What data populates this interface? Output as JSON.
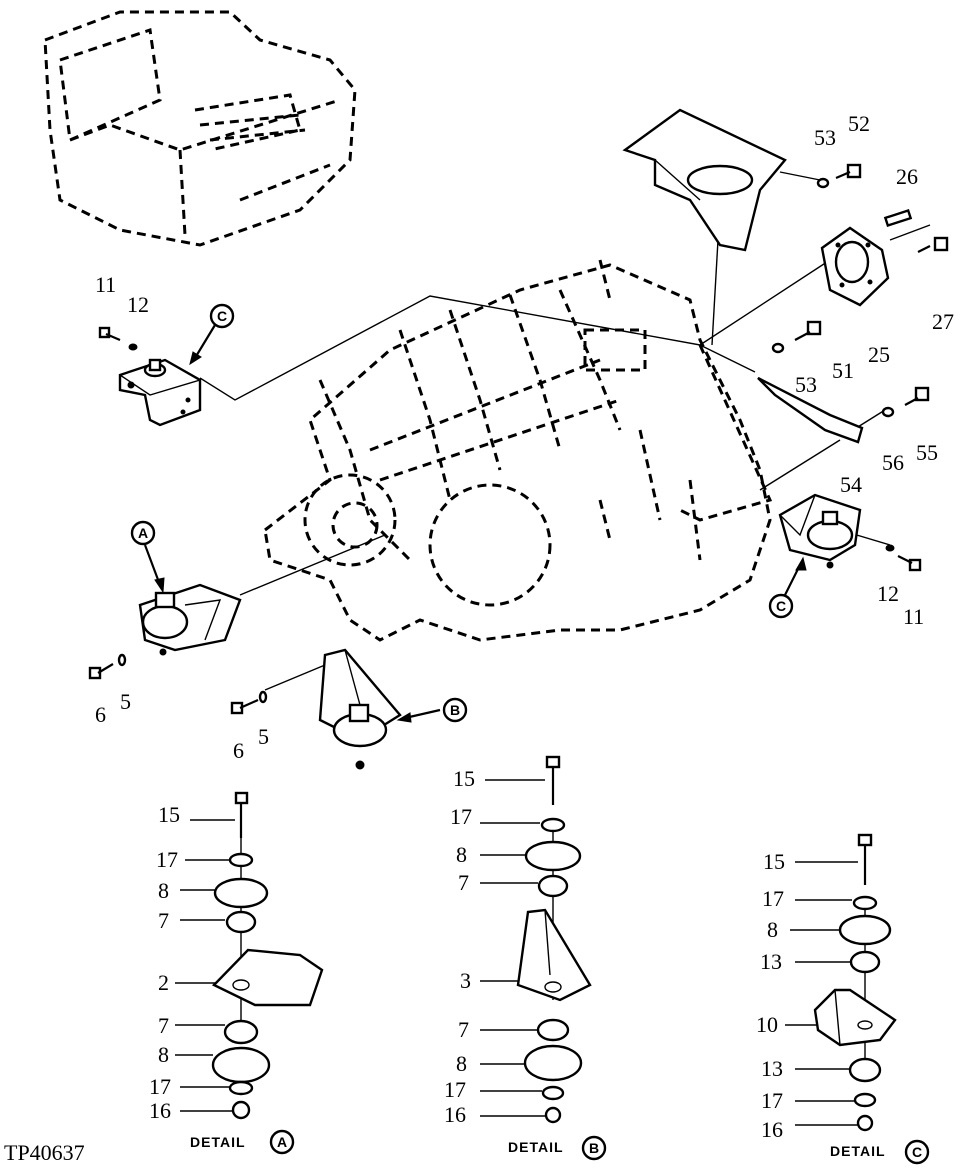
{
  "figure_id": "TP40637",
  "details": [
    {
      "word": "DETAIL",
      "letter": "A"
    },
    {
      "word": "DETAIL",
      "letter": "B"
    },
    {
      "word": "DETAIL",
      "letter": "C"
    }
  ],
  "main_view": {
    "bubbles": [
      "C",
      "A",
      "B",
      "C"
    ],
    "callouts": [
      "11",
      "12",
      "53",
      "52",
      "26",
      "27",
      "25",
      "51",
      "53",
      "55",
      "56",
      "54",
      "12",
      "11",
      "6",
      "5",
      "6",
      "5"
    ]
  },
  "detail_a": {
    "callouts": [
      "15",
      "17",
      "8",
      "7",
      "2",
      "7",
      "8",
      "17",
      "16"
    ]
  },
  "detail_b": {
    "callouts": [
      "15",
      "17",
      "8",
      "7",
      "3",
      "7",
      "8",
      "17",
      "16"
    ]
  },
  "detail_c": {
    "callouts": [
      "15",
      "17",
      "8",
      "13",
      "10",
      "13",
      "17",
      "16"
    ]
  }
}
